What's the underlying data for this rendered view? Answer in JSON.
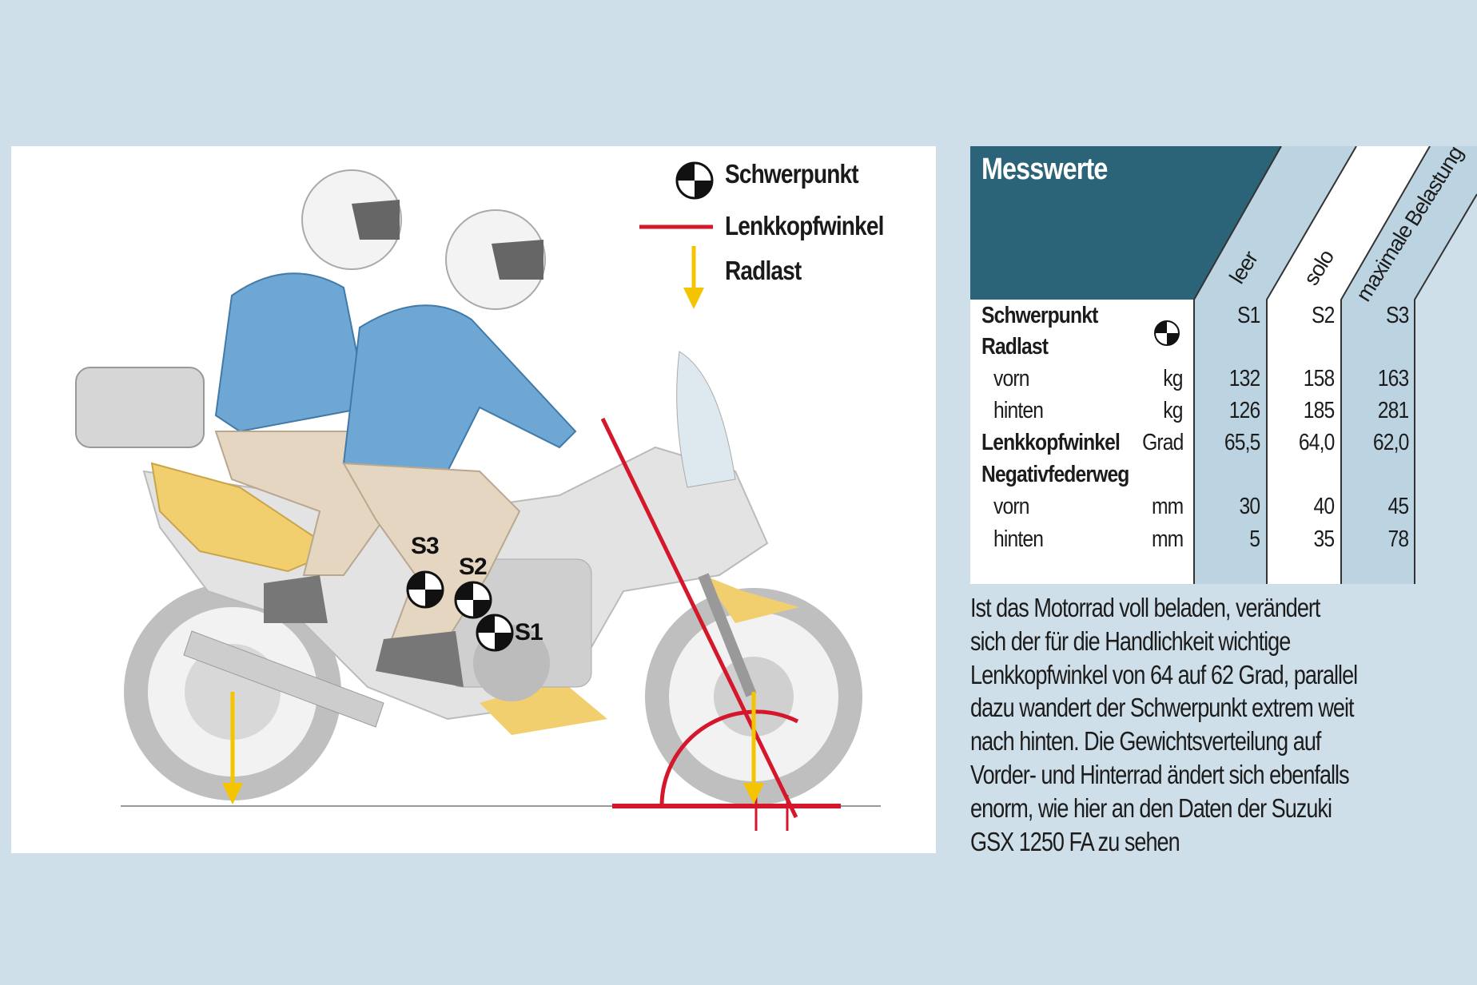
{
  "legend": {
    "schwerpunkt": "Schwerpunkt",
    "lenkkopfwinkel": "Lenkkopfwinkel",
    "radlast": "Radlast"
  },
  "markers": {
    "s1": "S1",
    "s2": "S2",
    "s3": "S3"
  },
  "colors": {
    "background": "#cfdfe9",
    "header": "#2b6478",
    "column": "#bcd4e1",
    "angle_line": "#d5172b",
    "load_arrow": "#f5c400"
  },
  "table": {
    "title": "Messwerte",
    "columns": [
      "leer",
      "solo",
      "maximale Belastung"
    ],
    "column_lines": [
      "maximale",
      "Belastung"
    ],
    "rows": [
      {
        "label": "Schwerpunkt",
        "unit": "",
        "values": [
          "S1",
          "S2",
          "S3"
        ],
        "bold": true,
        "icon": "schwerpunkt-icon"
      },
      {
        "label": "Radlast",
        "unit": "",
        "values": [
          "",
          "",
          ""
        ],
        "bold": true
      },
      {
        "label": "vorn",
        "unit": "kg",
        "values": [
          "132",
          "158",
          "163"
        ]
      },
      {
        "label": "hinten",
        "unit": "kg",
        "values": [
          "126",
          "185",
          "281"
        ]
      },
      {
        "label": "Lenkkopfwinkel",
        "unit": "Grad",
        "values": [
          "65,5",
          "64,0",
          "62,0"
        ],
        "bold": true
      },
      {
        "label": "Negativfederweg",
        "unit": "",
        "values": [
          "",
          "",
          ""
        ],
        "bold": true
      },
      {
        "label": "vorn",
        "unit": "mm",
        "values": [
          "30",
          "40",
          "45"
        ]
      },
      {
        "label": "hinten",
        "unit": "mm",
        "values": [
          "5",
          "35",
          "78"
        ]
      }
    ]
  },
  "paragraph": [
    "Ist das Motorrad voll beladen, verändert",
    "sich der für die Handlichkeit wichtige",
    "Lenkkopfwinkel von 64 auf 62 Grad, parallel",
    "dazu wandert der Schwerpunkt extrem weit",
    "nach hinten. Die Gewichtsverteilung auf",
    "Vorder- und Hinterrad ändert sich ebenfalls",
    "enorm, wie hier an den Daten der Suzuki",
    "GSX 1250 FA zu sehen"
  ]
}
